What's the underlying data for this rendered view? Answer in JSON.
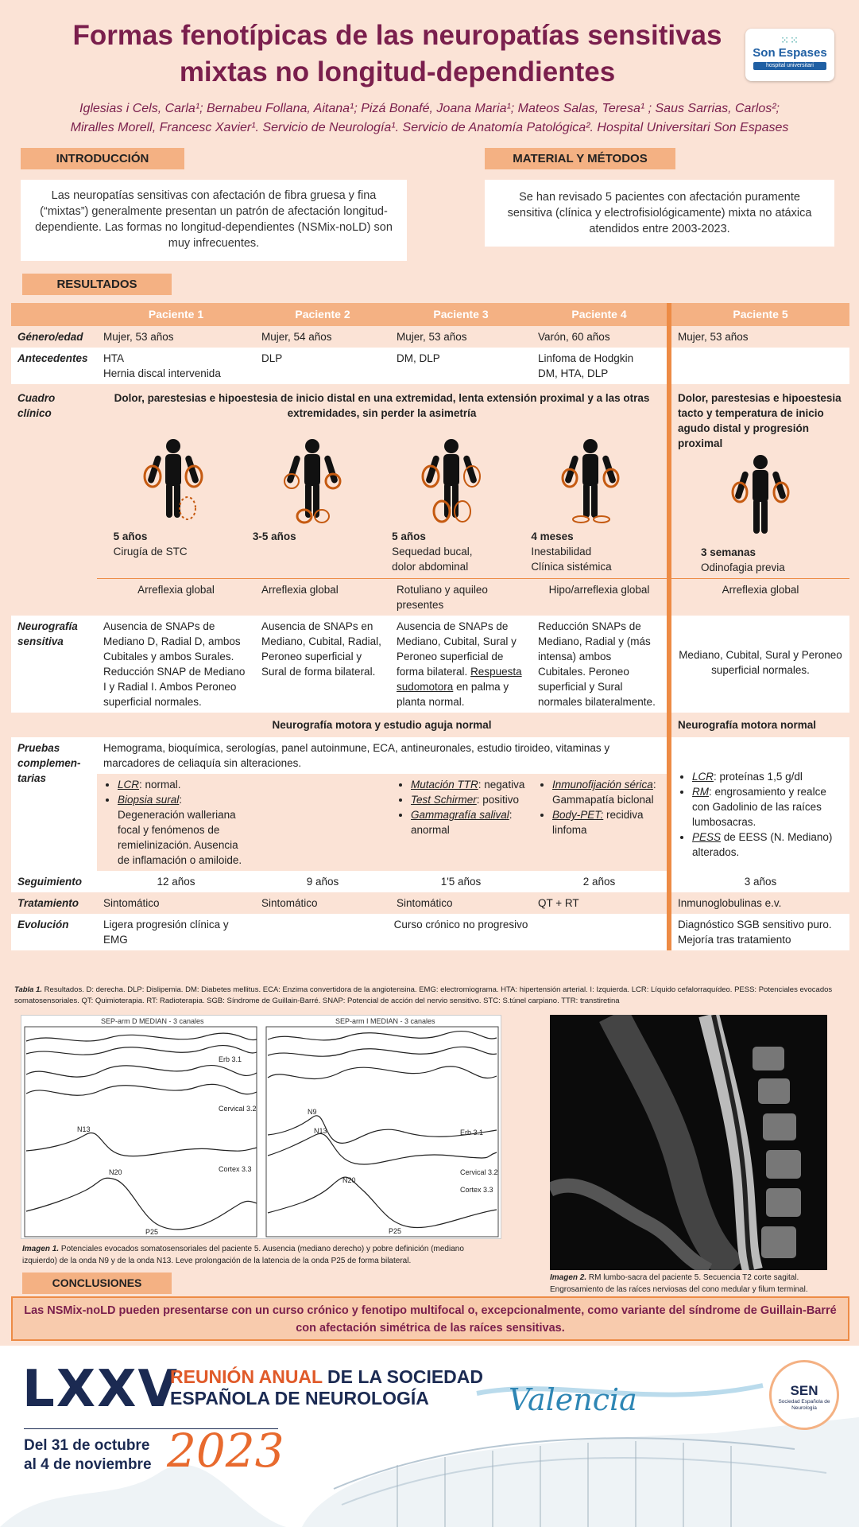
{
  "header": {
    "title_line1": "Formas fenotípicas de las neuropatías sensitivas",
    "title_line2": "mixtas no longitud-dependientes",
    "authors_line1": "Iglesias i Cels, Carla¹; Bernabeu Follana, Aitana¹; Pizá Bonafé, Joana Maria¹; Mateos Salas, Teresa¹ ; Saus Sarrias, Carlos²;",
    "authors_line2": "Miralles Morell, Francesc Xavier¹. Servicio de Neurología¹. Servicio de Anatomía Patológica². Hospital Universitari Son Espases",
    "logo_name": "Son Espases",
    "logo_sub": "hospital universitari"
  },
  "intro": {
    "heading": "INTRODUCCIÓN",
    "text": "Las neuropatías sensitivas con afectación de fibra gruesa y fina (“mixtas”) generalmente presentan un patrón de afectación longitud-dependiente. Las formas no longitud-dependientes (NSMix-noLD) son muy infrecuentes."
  },
  "methods": {
    "heading": "MATERIAL Y MÉTODOS",
    "text": "Se han revisado 5 pacientes con afectación puramente sensitiva (clínica y electrofisiológicamente) mixta no atáxica atendidos entre 2003-2023."
  },
  "results": {
    "heading": "RESULTADOS",
    "patients": [
      "Paciente 1",
      "Paciente 2",
      "Paciente 3",
      "Paciente 4",
      "Paciente 5"
    ],
    "rows": {
      "genero": {
        "label": "Género/edad",
        "values": [
          "Mujer, 53 años",
          "Mujer, 54 años",
          "Mujer, 53 años",
          "Varón, 60 años",
          "Mujer, 53 años"
        ]
      },
      "antecedentes": {
        "label": "Antecedentes",
        "p1a": "HTA",
        "p1b": "Hernia discal intervenida",
        "p2": "DLP",
        "p3": "DM, DLP",
        "p4a": "Linfoma de Hodgkin",
        "p4b": "DM, HTA, DLP"
      },
      "cuadro": {
        "label": "Cuadro clínico",
        "shared": "Dolor, parestesias e hipoestesia de inicio distal en una extremidad, lenta extensión proximal y a las otras extremidades, sin perder la asimetría",
        "p5": "Dolor, parestesias e hipoestesia tacto y temperatura de inicio agudo distal  y progresión proximal",
        "time": [
          "5 años",
          "3-5 años",
          "5 años",
          "4 meses",
          "3 semanas"
        ],
        "note1": "Cirugía de STC",
        "note3a": "Sequedad bucal,",
        "note3b": "dolor abdominal",
        "note4a": "Inestabilidad",
        "note4b": "Clínica sistémica",
        "note5": "Odinofagia previa",
        "reflex": [
          "Arreflexia global",
          "Arreflexia global",
          "Rotuliano y aquileo presentes",
          "Hipo/arreflexia global",
          "Arreflexia global"
        ]
      },
      "neurografia": {
        "label": "Neurografía sensitiva",
        "p1": "Ausencia de SNAPs de Mediano D, Radial D, ambos Cubitales y ambos Surales. Reducción SNAP de Mediano I y Radial I. Ambos Peroneo superficial normales.",
        "p2": "Ausencia de SNAPs en Mediano, Cubital, Radial, Peroneo superficial y Sural de forma bilateral.",
        "p3a": "Ausencia de SNAPs de Mediano, Cubital, Sural y Peroneo superficial de forma bilateral.",
        "p3b": "Respuesta sudomotora",
        "p3c": "en palma y planta normal.",
        "p4": "Reducción SNAPs de Mediano, Radial y (más intensa) ambos Cubitales. Peroneo superficial y Sural normales bilateralmente.",
        "p5": "Mediano, Cubital, Sural y Peroneo superficial normales."
      },
      "motora": {
        "shared": "Neurografía motora y estudio aguja normal",
        "p5": "Neurografía motora normal"
      },
      "pruebas": {
        "label": "Pruebas complemen-tarias",
        "shared": "Hemograma, bioquímica, serologías, panel autoinmune,  ECA, antineuronales, estudio tiroideo, vitaminas y marcadores de celiaquía sin alteraciones.",
        "p1_lcr_k": "LCR",
        "p1_lcr_v": ": normal.",
        "p1_bio_k": "Biopsia sural",
        "p1_bio_v": ": Degeneración walleriana focal y fenómenos de remielinización. Ausencia de inflamación o amiloide.",
        "p3_mut_k": "Mutación TTR",
        "p3_mut_v": ":  negativa",
        "p3_sch_k": "Test Schirmer",
        "p3_sch_v": ": positivo",
        "p3_gam_k": "Gammagrafía salival",
        "p3_gam_v": ": anormal",
        "p4_inm_k": "Inmunofijación sérica",
        "p4_inm_v": ": Gammapatía biclonal",
        "p4_pet_k": "Body-PET:",
        "p4_pet_v": " recidiva linfoma",
        "p5_lcr_k": "LCR",
        "p5_lcr_v": ": proteínas 1,5 g/dl",
        "p5_rm_k": "RM",
        "p5_rm_v": ": engrosamiento y realce con Gadolinio de las raíces lumbosacras.",
        "p5_pess_k": "PESS",
        "p5_pess_v": " de EESS (N. Mediano) alterados."
      },
      "seguimiento": {
        "label": "Seguimiento",
        "values": [
          "12 años",
          "9 años",
          "1'5 años",
          "2 años",
          "3 años"
        ]
      },
      "tratamiento": {
        "label": "Tratamiento",
        "values": [
          "Sintomático",
          "Sintomático",
          "Sintomático",
          "QT + RT",
          "Inmunoglobulinas e.v."
        ]
      },
      "evolucion": {
        "label": "Evolución",
        "p1": "Ligera progresión clínica y EMG",
        "shared": "Curso crónico no progresivo",
        "p5": "Diagnóstico SGB sensitivo puro. Mejoría tras tratamiento"
      }
    },
    "table_note_label": "Tabla 1.",
    "table_note": " Resultados. D: derecha. DLP: Dislipemia. DM: Diabetes mellitus. ECA: Enzima convertidora de la angiotensina. EMG: electromiograma. HTA: hipertensión arterial. I: Izquierda. LCR: Líquido cefalorraquídeo. PESS: Potenciales evocados somatosensoriales. QT: Quimioterapia. RT: Radioterapia.  SGB: Síndrome de Guillain-Barré. SNAP: Potencial de acción del nervio sensitivo. STC: S.túnel carpiano. TTR: transtiretina"
  },
  "figures": {
    "eeg_title_left": "SEP-arm D MEDIAN - 3 canales",
    "eeg_title_right": "SEP-arm I MEDIAN - 3 canales",
    "eeg_labels_left": [
      "N13",
      "N20",
      "P25",
      "Erb 3.1",
      "Cervical 3.2",
      "Cortex 3.3"
    ],
    "eeg_labels_right": [
      "N9",
      "N13",
      "N20",
      "P25",
      "Erb 3.1",
      "Cervical 3.2",
      "Cortex 3.3"
    ],
    "img1_label": "Imagen 1.",
    "img1_caption": " Potenciales evocados somatosensoriales del paciente 5. Ausencia (mediano derecho) y pobre definición (mediano izquierdo) de la onda N9 y de la onda N13. Leve prolongación de la latencia de la onda P25 de forma bilateral.",
    "img2_label": "Imagen 2.",
    "img2_caption": " RM lumbo-sacra del paciente 5. Secuencia T2 corte sagital. Engrosamiento de las raíces nerviosas del cono medular y filum terminal."
  },
  "conclusions": {
    "heading": "CONCLUSIONES",
    "text": "Las NSMix-noLD pueden presentarse con un curso crónico y fenotipo multifocal o, excepcionalmente, como variante del síndrome de Guillain-Barré con afectación simétrica de las raíces sensitivas."
  },
  "footer": {
    "roman": "LXXV",
    "line1_a": "REUNIÓN ANUAL",
    "line1_b": " DE LA SOCIEDAD",
    "line2": "ESPAÑOLA DE NEUROLOGÍA",
    "dates1": "Del 31 de octubre",
    "dates2": "al 4 de noviembre",
    "year": "2023",
    "city": "Valencia",
    "sen": "SEN",
    "sen_sub": "Sociedad Española de Neurología"
  },
  "colors": {
    "title": "#7a1f4d",
    "accent": "#ed8b45",
    "header_fill": "#f4b183",
    "background": "#fbe3d6"
  }
}
